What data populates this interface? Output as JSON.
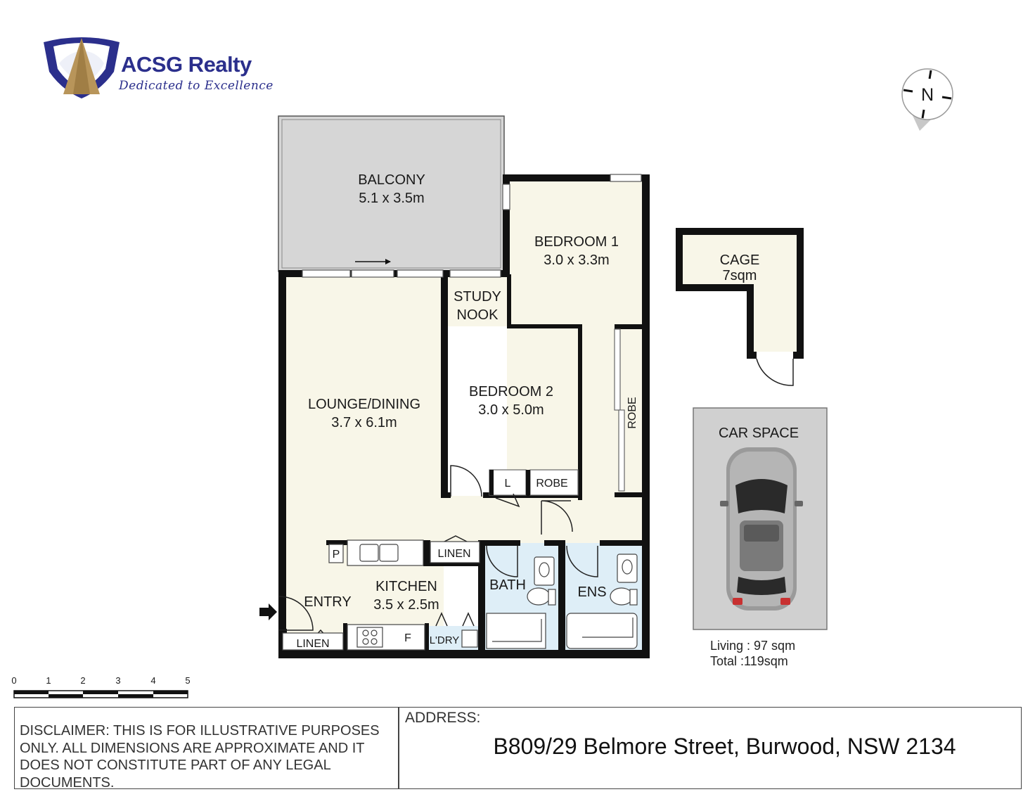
{
  "brand": {
    "name": "ACSG Realty",
    "tagline": "Dedicated to Excellence",
    "primary_color": "#2b2f8c",
    "accent_color": "#b8955a"
  },
  "compass": {
    "label": "N",
    "icon": "compass-icon"
  },
  "rooms": {
    "balcony": {
      "name": "BALCONY",
      "size": "5.1 x 3.5m"
    },
    "bedroom1": {
      "name": "BEDROOM 1",
      "size": "3.0 x 3.3m"
    },
    "study": {
      "line1": "STUDY",
      "line2": "NOOK"
    },
    "bedroom2": {
      "name": "BEDROOM 2",
      "size": "3.0 x 5.0m"
    },
    "lounge": {
      "name": "LOUNGE/DINING",
      "size": "3.7 x 6.1m"
    },
    "kitchen": {
      "name": "KITCHEN",
      "size": "3.5 x 2.5m"
    },
    "entry": {
      "name": "ENTRY"
    },
    "bath": {
      "name": "BATH"
    },
    "ens": {
      "name": "ENS"
    },
    "robe_b1": "ROBE",
    "robe_b2": "ROBE",
    "linen_hall": "LINEN",
    "linen_entry": "LINEN",
    "laundry": "L'DRY",
    "pantry": "P",
    "linen_small": "L",
    "fridge": "F"
  },
  "cage": {
    "name": "CAGE",
    "size": "7sqm"
  },
  "car_space": {
    "name": "CAR SPACE",
    "icon": "car-icon"
  },
  "areas": {
    "living": "Living : 97 sqm",
    "total": "Total :119sqm"
  },
  "scale_bar": {
    "ticks": [
      "0",
      "1",
      "2",
      "3",
      "4",
      "5"
    ]
  },
  "footer": {
    "disclaimer": "DISCLAIMER: THIS IS FOR ILLUSTRATIVE PURPOSES ONLY. ALL DIMENSIONS ARE APPROXIMATE AND IT DOES NOT CONSTITUTE PART OF ANY LEGAL DOCUMENTS.",
    "address_label": "ADDRESS:",
    "address": "B809/29 Belmore Street, Burwood, NSW 2134"
  },
  "colors": {
    "floor": "#f8f6e8",
    "balcony": "#d6d6d6",
    "wet_area": "#deeef7",
    "car_space": "#d0d0d0",
    "wall": "#111111"
  }
}
